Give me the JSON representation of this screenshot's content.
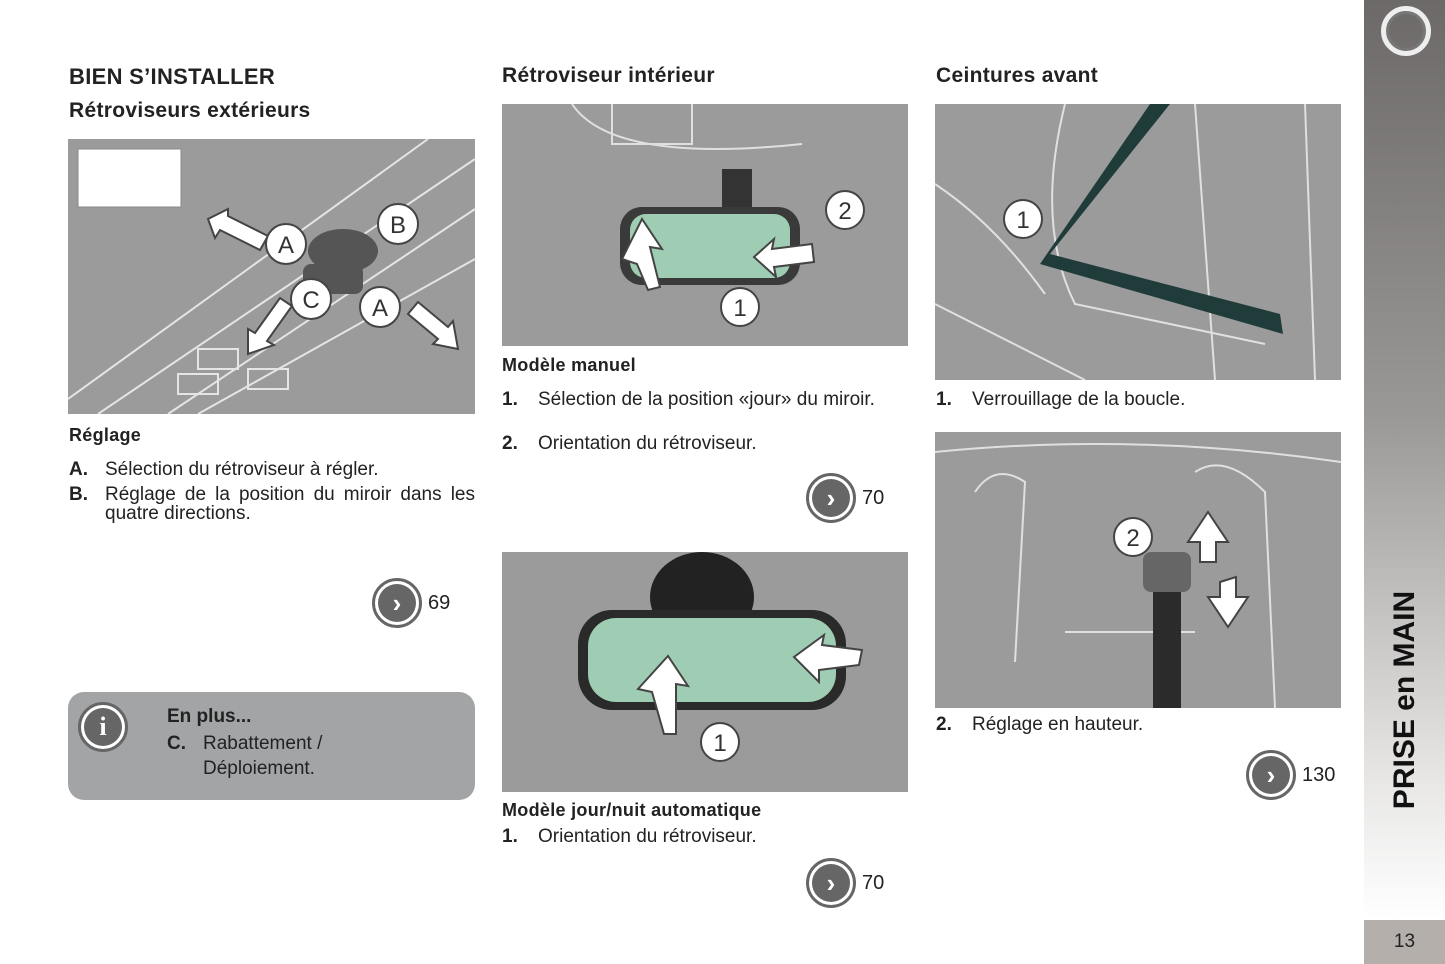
{
  "section_title": "BIEN S’INSTALLER",
  "col1": {
    "title": "Rétroviseurs extérieurs",
    "figure_labels": [
      "A",
      "B",
      "C",
      "A"
    ],
    "subtitle": "Réglage",
    "items": [
      {
        "key": "A.",
        "text": "Sélection du rétroviseur à régler."
      },
      {
        "key": "B.",
        "text": "Réglage de la position du miroir dans les quatre directions."
      }
    ],
    "ref": "69",
    "info": {
      "title": "En plus...",
      "key": "C.",
      "text": "Rabattement / Déploiement.",
      "icon": "info-icon"
    }
  },
  "col2": {
    "title": "Rétroviseur intérieur",
    "figure1_labels": [
      "1",
      "2"
    ],
    "subtitle1": "Modèle manuel",
    "items1": [
      {
        "key": "1.",
        "text": "Sélection de la position «jour» du miroir."
      },
      {
        "key": "2.",
        "text": "Orientation du rétroviseur."
      }
    ],
    "ref1": "70",
    "figure2_labels": [
      "1"
    ],
    "subtitle2": "Modèle jour/nuit automatique",
    "items2": [
      {
        "key": "1.",
        "text": "Orientation du rétroviseur."
      }
    ],
    "ref2": "70"
  },
  "col3": {
    "title": "Ceintures avant",
    "figure1_labels": [
      "1"
    ],
    "items1": [
      {
        "key": "1.",
        "text": "Verrouillage de la boucle."
      }
    ],
    "figure2_labels": [
      "2"
    ],
    "items2": [
      {
        "key": "2.",
        "text": "Réglage en hauteur."
      }
    ],
    "ref": "130"
  },
  "sidebar": {
    "chapter": "PRISE en MAIN",
    "page_number": "13"
  },
  "ref_icon": "chevron-right-icon",
  "colors": {
    "figure_bg": "#9b9b9b",
    "info_bg": "#a3a4a6",
    "page_box": "#b4afaa"
  }
}
